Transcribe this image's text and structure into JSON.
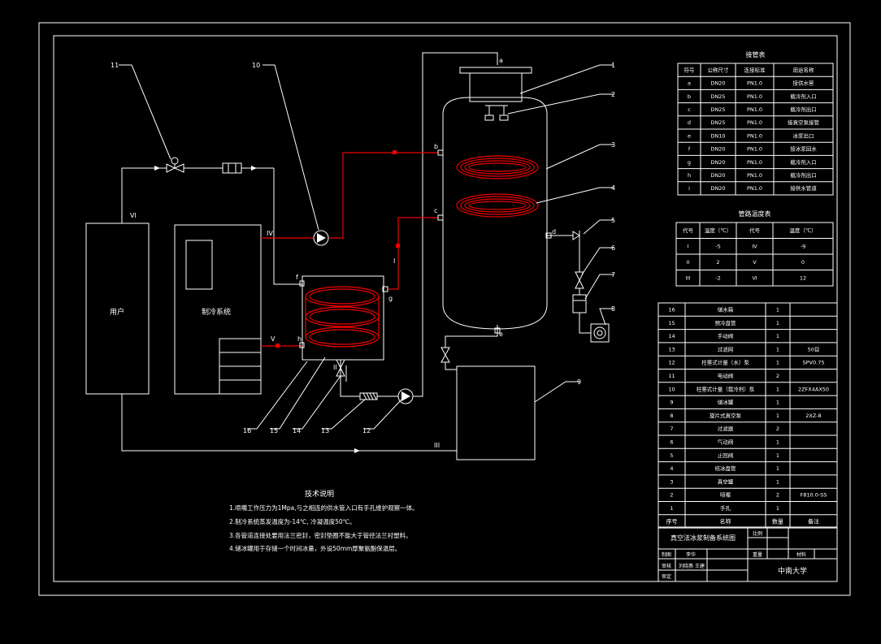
{
  "callouts": [
    "1",
    "2",
    "3",
    "4",
    "5",
    "6",
    "7",
    "8",
    "9",
    "10",
    "11",
    "12",
    "13",
    "14",
    "15",
    "16"
  ],
  "labels": {
    "user": "用户",
    "chiller": "制冷系统",
    "vi": "VI",
    "iv": "IV",
    "v": "V",
    "i": "I",
    "ii": "II",
    "iii": "III",
    "port_a": "a",
    "port_b": "b",
    "port_c": "c",
    "port_d": "d",
    "port_e": "e",
    "port_f": "f",
    "port_g": "g",
    "port_h": "h"
  },
  "nozzle_table": {
    "title": "接管表",
    "headers": [
      "符号",
      "公称尺寸",
      "连接标准",
      "用途名称"
    ],
    "rows": [
      [
        "a",
        "DN20",
        "PN1.0",
        "接供水管"
      ],
      [
        "b",
        "DN25",
        "PN1.0",
        "载冷剂入口"
      ],
      [
        "c",
        "DN25",
        "PN1.0",
        "载冷剂出口"
      ],
      [
        "d",
        "DN25",
        "PN1.0",
        "接真空泵接管"
      ],
      [
        "e",
        "DN10",
        "PN1.0",
        "冰浆出口"
      ],
      [
        "f",
        "DN20",
        "PN1.0",
        "接冰浆回水"
      ],
      [
        "g",
        "DN20",
        "PN1.0",
        "载冷剂入口"
      ],
      [
        "h",
        "DN20",
        "PN1.0",
        "载冷剂出口"
      ],
      [
        "i",
        "DN20",
        "PN1.0",
        "接供水管道"
      ]
    ]
  },
  "temp_table": {
    "title": "管路温度表",
    "headers": [
      "代号",
      "温度（℃）",
      "代号",
      "温度（℃）"
    ],
    "rows": [
      [
        "I",
        "-5",
        "IV",
        "-9"
      ],
      [
        "II",
        "2",
        "V",
        "0"
      ],
      [
        "III",
        "-2",
        "VI",
        "12"
      ]
    ]
  },
  "bom": {
    "headers": [
      "序号",
      "名称",
      "数量",
      "备注"
    ],
    "rows": [
      [
        "16",
        "储水箱",
        "1",
        ""
      ],
      [
        "15",
        "预冷盘管",
        "1",
        ""
      ],
      [
        "14",
        "手动阀",
        "1",
        ""
      ],
      [
        "13",
        "过滤网",
        "1",
        "50目"
      ],
      [
        "12",
        "柱塞式计量（水）泵",
        "1",
        "SPV0.75"
      ],
      [
        "11",
        "电动阀",
        "2",
        ""
      ],
      [
        "10",
        "柱塞式计量（载冷剂）泵",
        "1",
        "2ZFX4AX50"
      ],
      [
        "9",
        "储冰罐",
        "1",
        ""
      ],
      [
        "8",
        "旋片式真空泵",
        "1",
        "2XZ-8"
      ],
      [
        "7",
        "过滤器",
        "2",
        ""
      ],
      [
        "6",
        "气动阀",
        "1",
        ""
      ],
      [
        "5",
        "止回阀",
        "1",
        ""
      ],
      [
        "4",
        "结冰盘管",
        "1",
        ""
      ],
      [
        "3",
        "真空罐",
        "1",
        ""
      ],
      [
        "2",
        "喷嘴",
        "2",
        "F810.0-SS"
      ],
      [
        "1",
        "手孔",
        "1",
        ""
      ]
    ]
  },
  "title_block": {
    "drawing_title": "真空法冰浆制备系统图",
    "school": "中南大学",
    "ratio_label": "比例",
    "scale_label": "重量",
    "material_label": "材料",
    "design_label": "制图",
    "check_label": "审核",
    "approve_label": "审定",
    "designer": "李华",
    "checker": "刘晓燕 王建"
  },
  "notes": {
    "title": "技术说明",
    "items": [
      "1.喷嘴工作压力为1Mpa,与之相连的供水管入口有手孔维护观察一体。",
      "2.制冷系统蒸发温度为-14℃, 冷凝温度50℃。",
      "3.各管道连接处要用法兰密封，密封垫圈不能大于管径法兰衬塑料。",
      "4.储冰罐用于存储一个时间冰量，外设50mm厚聚氨酯保温层。"
    ]
  }
}
